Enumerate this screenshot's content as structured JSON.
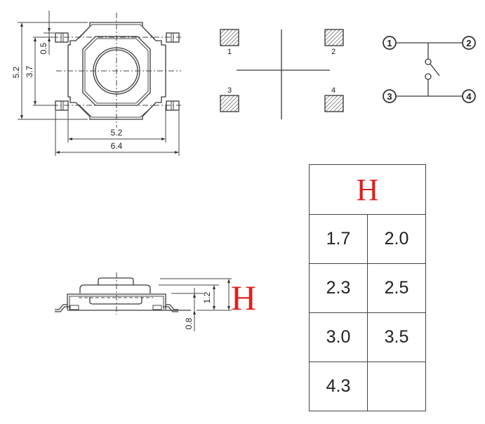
{
  "top_view": {
    "dimensions": {
      "overall_height": "5.2",
      "pad_pitch_vertical": "3.7",
      "pad_width": "0.5",
      "body_width": "5.2",
      "overall_width": "6.4"
    }
  },
  "pad_layout": {
    "pads": [
      "1",
      "2",
      "3",
      "4"
    ]
  },
  "schematic": {
    "terminals": [
      "1",
      "2",
      "3",
      "4"
    ]
  },
  "side_view": {
    "dimensions": {
      "body_height": "1.2",
      "standoff": "0.8",
      "height_label": "H"
    }
  },
  "height_table": {
    "header": "H",
    "rows": [
      [
        "1.7",
        "2.0"
      ],
      [
        "2.3",
        "2.5"
      ],
      [
        "3.0",
        "3.5"
      ],
      [
        "4.3",
        ""
      ]
    ]
  },
  "colors": {
    "line": "#3a3a3a",
    "accent_red": "#e01f1f",
    "background": "#ffffff"
  }
}
